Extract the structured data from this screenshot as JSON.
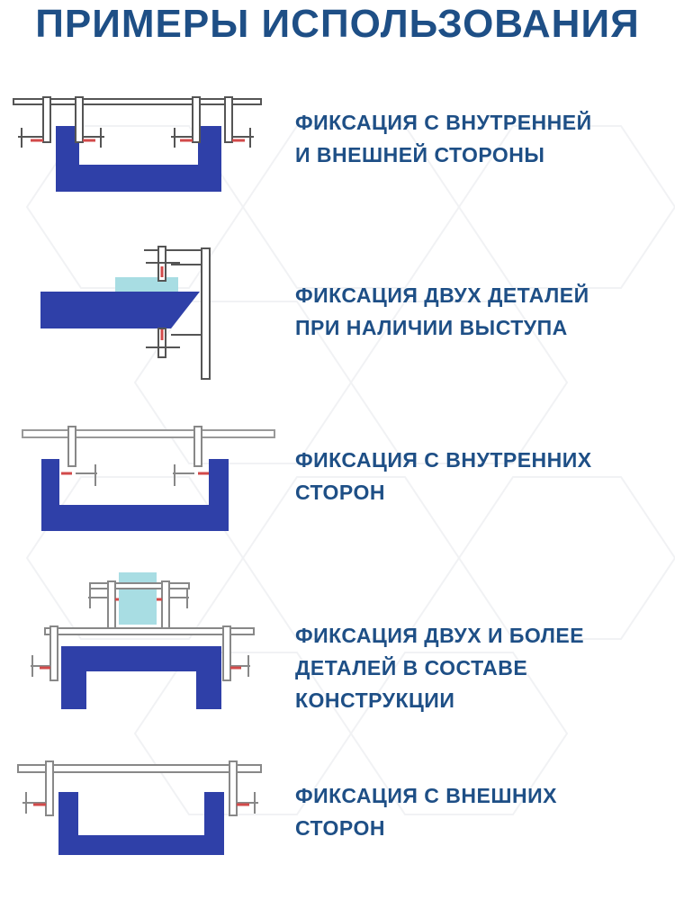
{
  "title": "ПРИМЕРЫ ИСПОЛЬЗОВАНИЯ",
  "colors": {
    "title": "#1e4f86",
    "caption": "#1e4f86",
    "profile_blue": "#2f40a8",
    "block_cyan": "#a8dde3",
    "clamp_gray": "#555555",
    "clamp_red": "#d24a4a"
  },
  "items": [
    {
      "caption_lines": [
        "ФИКСАЦИЯ С ВНУТРЕННЕЙ",
        "И ВНЕШНЕЙ СТОРОНЫ"
      ],
      "illustration": "clamp-inner-outer-illustration"
    },
    {
      "caption_lines": [
        "ФИКСАЦИЯ ДВУХ ДЕТАЛЕЙ",
        "ПРИ НАЛИЧИИ ВЫСТУПА"
      ],
      "illustration": "clamp-two-parts-ledge-illustration"
    },
    {
      "caption_lines": [
        "ФИКСАЦИЯ С ВНУТРЕННИХ",
        "СТОРОН"
      ],
      "illustration": "clamp-inner-sides-illustration"
    },
    {
      "caption_lines": [
        "ФИКСАЦИЯ ДВУХ И БОЛЕЕ",
        "ДЕТАЛЕЙ В СОСТАВЕ",
        "КОНСТРУКЦИИ"
      ],
      "illustration": "clamp-assembly-illustration"
    },
    {
      "caption_lines": [
        "ФИКСАЦИЯ С ВНЕШНИХ",
        "СТОРОН"
      ],
      "illustration": "clamp-outer-sides-illustration"
    }
  ]
}
